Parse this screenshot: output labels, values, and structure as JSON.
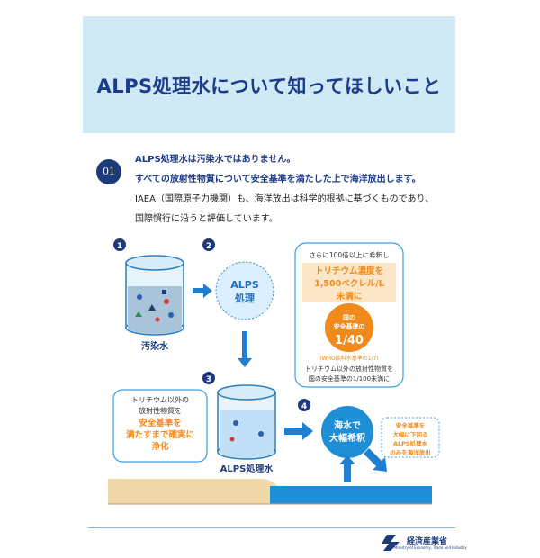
{
  "header": {
    "title": "ALPS処理水について知ってほしいこと"
  },
  "section": {
    "badge": "01",
    "lines": [
      "ALPS処理水は汚染水ではありません。",
      "すべての放射性物質について安全基準を満たした上で海洋放出します。",
      "IAEA（国際原子力機関）も、海洋放出は科学的根拠に基づくものであり、",
      "国際慣行に沿うと評価しています。"
    ]
  },
  "diagram": {
    "steps": [
      "1",
      "2",
      "3",
      "4"
    ],
    "tank1_label": "汚染水",
    "alps_circle": [
      "ALPS",
      "処理"
    ],
    "tank3_label": "ALPS処理水",
    "callout_left": {
      "line1": "トリチウム以外の",
      "line2": "放射性物質を",
      "highlight1": "安全基準を",
      "highlight2": "満たすまで確実に",
      "highlight3": "浄化"
    },
    "callout_top": {
      "line1": "さらに100倍以上に希釈し",
      "highlight1": "トリチウム濃度を",
      "highlight2": "1,500ベクレル/L",
      "highlight3": "未満に",
      "circle_line1": "国の",
      "circle_line2": "安全基準の",
      "circle_value": "1/40",
      "note": "(WHO飲料水基準の1/7)",
      "bottom1": "トリチウム以外の放射性物質を",
      "bottom2": "国の安全基準の1/100未満に"
    },
    "dilute_circle": [
      "海水で",
      "大幅希釈"
    ],
    "right_box": [
      "安全基準を",
      "大幅に下回る",
      "ALPS処理水",
      "のみを海洋放出"
    ]
  },
  "colors": {
    "navy": "#1d3b7a",
    "orange": "#f08a1c",
    "blue": "#2a8fd4",
    "sky": "#cfe9f5"
  },
  "footer": {
    "ministry": "経済産業省",
    "ministry_en": "Ministry of Economy, Trade and Industry"
  }
}
